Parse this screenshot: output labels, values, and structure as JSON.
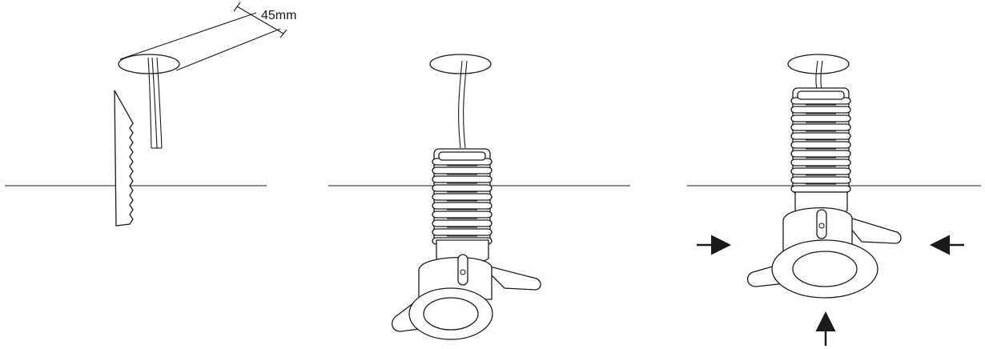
{
  "diagram": {
    "steps": [
      {
        "id": "cut-hole"
      },
      {
        "id": "insert-fitting"
      },
      {
        "id": "press-to-fit"
      }
    ],
    "cutout_dimension_label": "45mm",
    "line_color": "#1a1a1a",
    "background_color": "#ffffff"
  }
}
